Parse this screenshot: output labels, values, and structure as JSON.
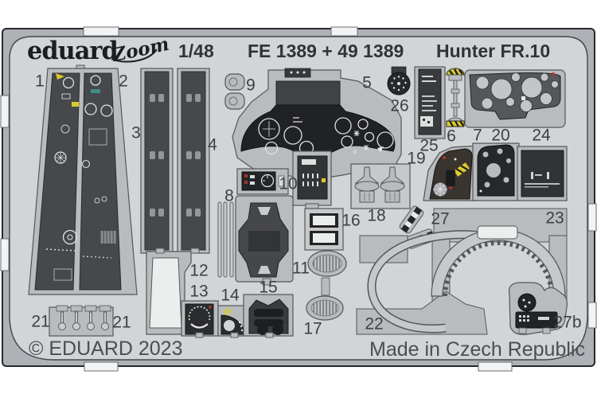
{
  "header": {
    "brand": "eduard",
    "zoom_logo": "Zoom",
    "scale": "1/48",
    "product_code": "FE 1389 + 49 1389",
    "product_name": "Hunter FR.10"
  },
  "footer": {
    "copyright": "© EDUARD 2023",
    "origin": "Made in Czech Republic"
  },
  "colors": {
    "field": "#d2d4d6",
    "frame": "#aeb1b5",
    "carrier": "#b9bcbf",
    "part_dark": "#46484b",
    "part_black": "#27282a",
    "accent_yellow": "#d9ca2e",
    "label_text": "#3e4043"
  },
  "parts": [
    "1",
    "2",
    "3",
    "4",
    "5",
    "26",
    "25",
    "6",
    "7",
    "20",
    "24",
    "9",
    "19",
    "8",
    "10",
    "16",
    "18",
    "27",
    "23",
    "11",
    "12",
    "13",
    "14",
    "15",
    "17",
    "21",
    "21",
    "22",
    "27b"
  ]
}
